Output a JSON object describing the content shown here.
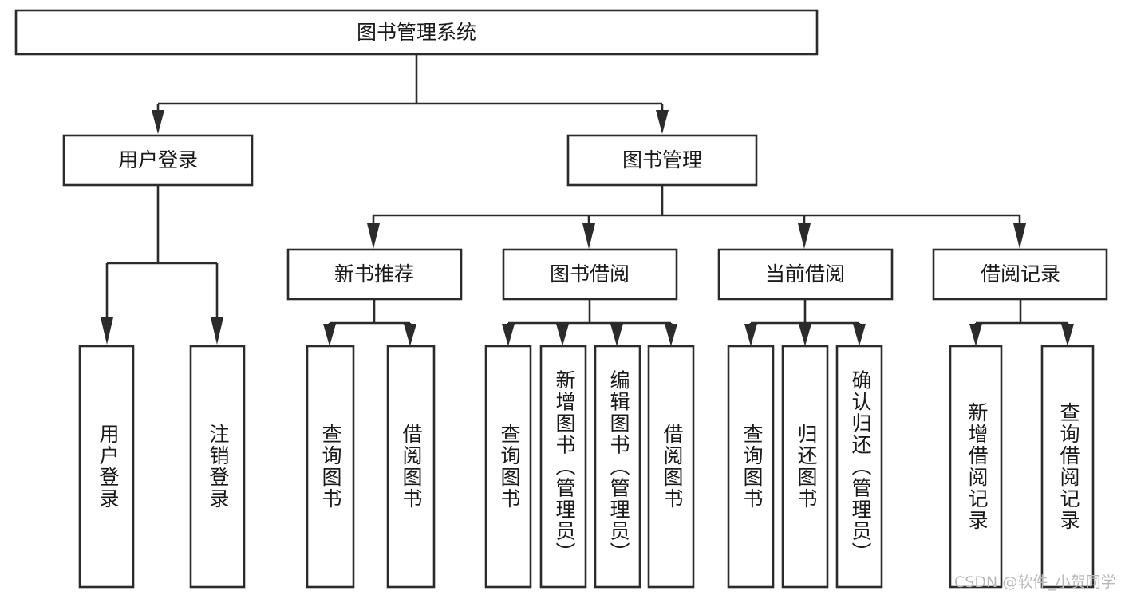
{
  "diagram": {
    "title": "图书管理系统",
    "type": "tree",
    "root": {
      "id": "root",
      "label": "图书管理系统",
      "orientation": "horizontal"
    },
    "level2": [
      {
        "id": "user-login",
        "label": "用户登录",
        "orientation": "horizontal"
      },
      {
        "id": "book-manage",
        "label": "图书管理",
        "orientation": "horizontal"
      }
    ],
    "level3": [
      {
        "id": "new-book-recommend",
        "label": "新书推荐",
        "orientation": "horizontal",
        "parent": "book-manage"
      },
      {
        "id": "book-borrow",
        "label": "图书借阅",
        "orientation": "horizontal",
        "parent": "book-manage"
      },
      {
        "id": "current-borrow",
        "label": "当前借阅",
        "orientation": "horizontal",
        "parent": "book-manage"
      },
      {
        "id": "borrow-record",
        "label": "借阅记录",
        "orientation": "horizontal",
        "parent": "book-manage"
      }
    ],
    "leaves": [
      {
        "id": "leaf-user-login",
        "label": "用户登录",
        "orientation": "vertical",
        "parent": "user-login"
      },
      {
        "id": "leaf-user-logout",
        "label": "注销登录",
        "orientation": "vertical",
        "parent": "user-login"
      },
      {
        "id": "leaf-query-book-1",
        "label": "查询图书",
        "orientation": "vertical",
        "parent": "new-book-recommend"
      },
      {
        "id": "leaf-borrow-book-1",
        "label": "借阅图书",
        "orientation": "vertical",
        "parent": "new-book-recommend"
      },
      {
        "id": "leaf-query-book-2",
        "label": "查询图书",
        "orientation": "vertical",
        "parent": "book-borrow"
      },
      {
        "id": "leaf-add-book",
        "label": "新增图书（管理员）",
        "orientation": "vertical",
        "parent": "book-borrow"
      },
      {
        "id": "leaf-edit-book",
        "label": "编辑图书（管理员）",
        "orientation": "vertical",
        "parent": "book-borrow"
      },
      {
        "id": "leaf-borrow-book-2",
        "label": "借阅图书",
        "orientation": "vertical",
        "parent": "book-borrow"
      },
      {
        "id": "leaf-query-book-3",
        "label": "查询图书",
        "orientation": "vertical",
        "parent": "current-borrow"
      },
      {
        "id": "leaf-return-book",
        "label": "归还图书",
        "orientation": "vertical",
        "parent": "current-borrow"
      },
      {
        "id": "leaf-confirm-return",
        "label": "确认归还（管理员）",
        "orientation": "vertical",
        "parent": "current-borrow"
      },
      {
        "id": "leaf-add-record",
        "label": "新增借阅记录",
        "orientation": "vertical",
        "parent": "borrow-record"
      },
      {
        "id": "leaf-query-record",
        "label": "查询借阅记录",
        "orientation": "vertical",
        "parent": "borrow-record"
      }
    ],
    "colors": {
      "box_stroke": "#2b2b2b",
      "box_fill": "#ffffff",
      "text": "#1a1a1a",
      "background": "#ffffff",
      "watermark": "#b9b9b9"
    }
  },
  "watermark": {
    "text": "CSDN @软件_小贺同学"
  }
}
